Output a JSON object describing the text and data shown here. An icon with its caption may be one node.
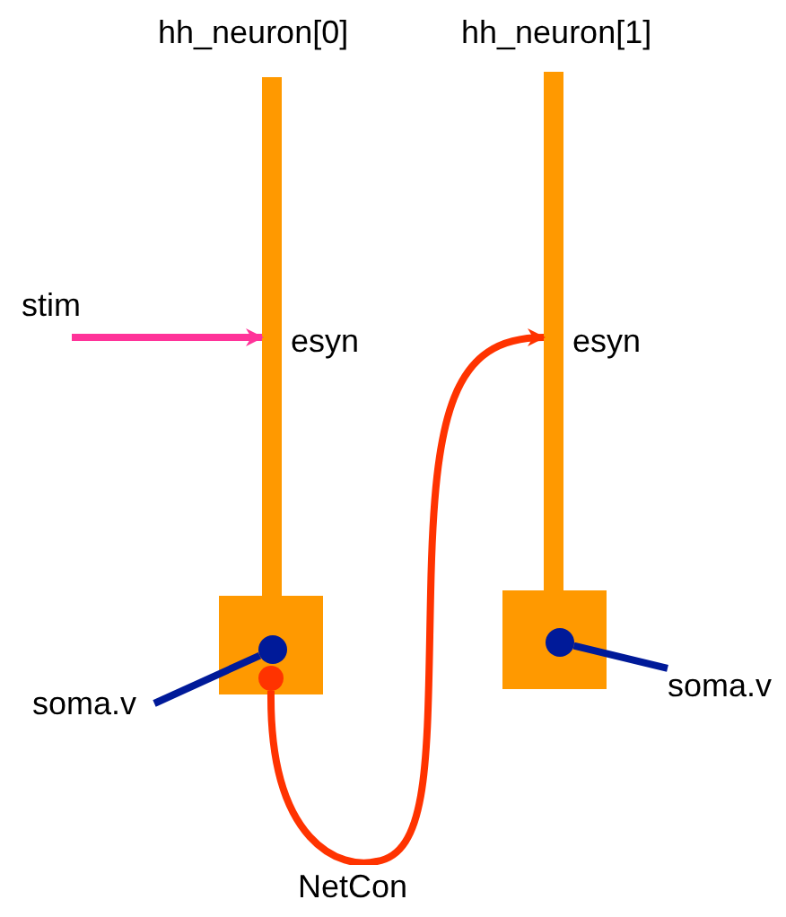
{
  "diagram": {
    "nodes": [
      {
        "text": [],
        "shape": "bar",
        "beside": [
          "hh_neuron[0]",
          "esyn"
        ]
      },
      {
        "text": [],
        "shape": "box"
      },
      {
        "text": [],
        "shape": "circle",
        "in": 1
      },
      {
        "text": [
          "soma.v"
        ]
      },
      {
        "text": [],
        "shape": "circle",
        "in": 1
      },
      {
        "text": [],
        "shape": "bar",
        "beside": [
          "hh_neuron[1]",
          "esyn"
        ]
      },
      {
        "text": [],
        "shape": "box"
      },
      {
        "text": [],
        "shape": "circle",
        "in": 6
      },
      {
        "text": [
          "soma.v"
        ]
      }
    ],
    "edges": [
      {
        "from": null,
        "to": 0,
        "arrow": "to",
        "label": "stim",
        "color": "#ff3399"
      },
      {
        "from": 3,
        "to": 2,
        "arrow": "none"
      },
      {
        "from": 4,
        "to": 5,
        "arrow": "to",
        "label": "NetCon",
        "color": "#ff3300"
      },
      {
        "from": 8,
        "to": 7,
        "arrow": "none"
      }
    ]
  }
}
